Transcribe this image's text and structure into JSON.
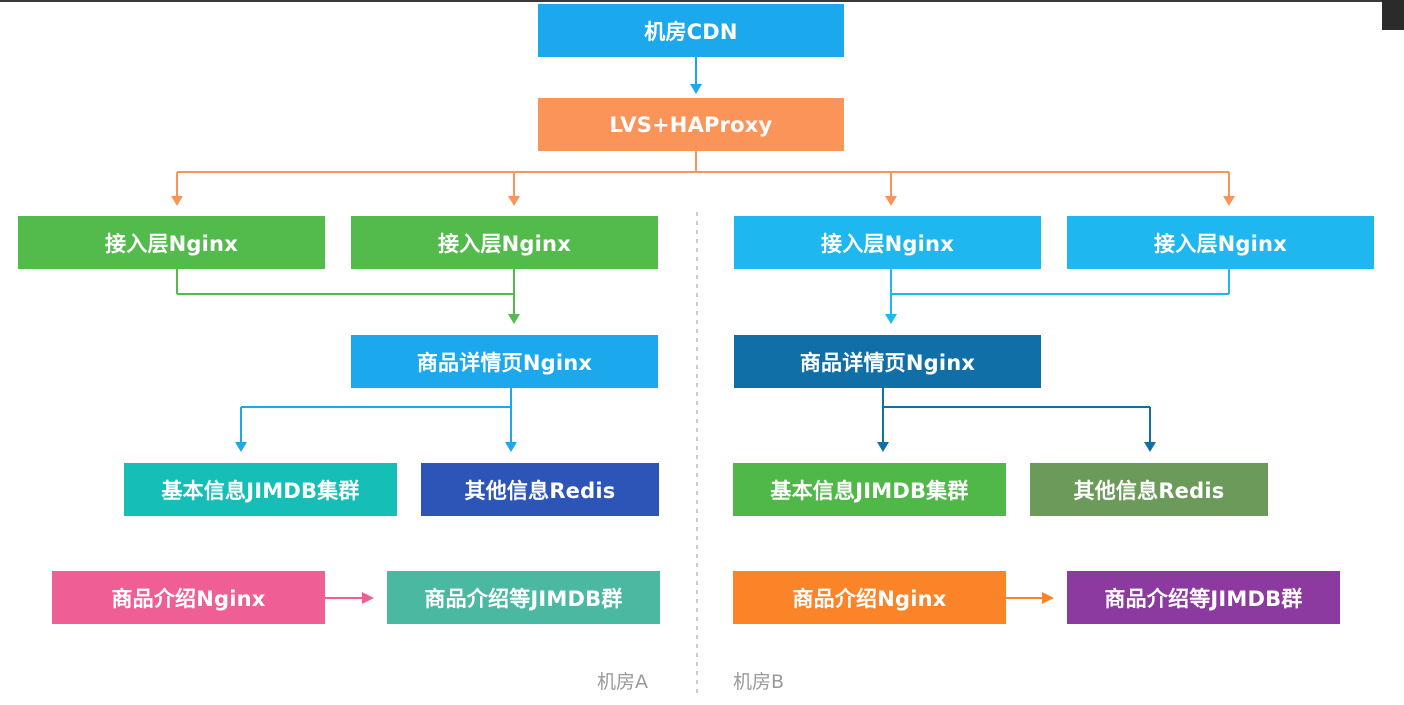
{
  "top": {
    "cdn": "机房CDN",
    "lb": "LVS+HAProxy"
  },
  "room_a": {
    "access_1": "接入层Nginx",
    "access_2": "接入层Nginx",
    "detail": "商品详情页Nginx",
    "basic_info": "基本信息JIMDB集群",
    "other_info": "其他信息Redis",
    "intro_nginx": "商品介绍Nginx",
    "intro_jimdb": "商品介绍等JIMDB群",
    "label": "机房A"
  },
  "room_b": {
    "access_1": "接入层Nginx",
    "access_2": "接入层Nginx",
    "detail": "商品详情页Nginx",
    "basic_info": "基本信息JIMDB集群",
    "other_info": "其他信息Redis",
    "intro_nginx": "商品介绍Nginx",
    "intro_jimdb": "商品介绍等JIMDB群",
    "label": "机房B"
  },
  "colors": {
    "cdn": "#1ba8ec",
    "lvs": "#fb9458",
    "green": "#53bb4b",
    "cyan": "#1eb7f0",
    "detail_a": "#1ba8ec",
    "detail_b": "#116fa8",
    "teal": "#16beb8",
    "indigo": "#2d55b8",
    "green_b": "#50b749",
    "olive": "#6b9a5a",
    "pink": "#ef5f95",
    "teal_green": "#4bb8a2",
    "orange": "#fb8429",
    "purple": "#8d3aa0",
    "divider": "#bbbbbb"
  }
}
